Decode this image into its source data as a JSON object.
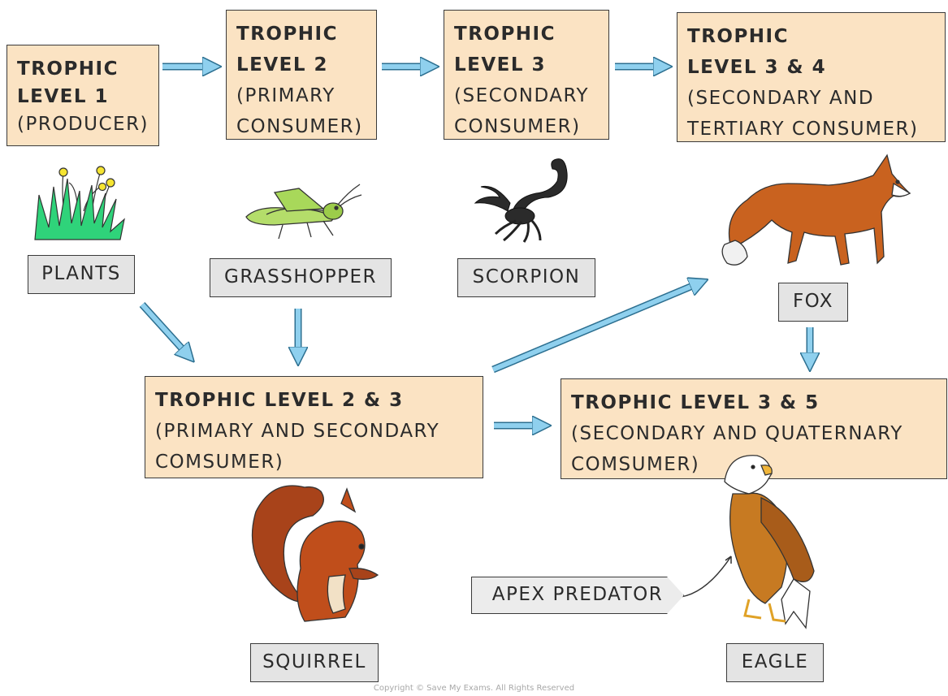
{
  "boxes": {
    "level1": {
      "line1": "TROPHIC",
      "line2": "LEVEL  1",
      "line3": "(PRODUCER)"
    },
    "level2": {
      "line1": "TROPHIC",
      "line2": "LEVEL  2",
      "line3": "(PRIMARY",
      "line4": "CONSUMER)"
    },
    "level3": {
      "line1": "TROPHIC",
      "line2": "LEVEL  3",
      "line3": "(SECONDARY",
      "line4": "CONSUMER)"
    },
    "level34": {
      "line1": "TROPHIC",
      "line2": "LEVEL 3 & 4",
      "line3": "(SECONDARY  AND",
      "line4": "TERTIARY CONSUMER)"
    },
    "level23": {
      "line1": "TROPHIC  LEVEL  2 & 3",
      "line2": "(PRIMARY  AND  SECONDARY",
      "line3": "COMSUMER)"
    },
    "level35": {
      "line1": "TROPHIC  LEVEL  3 & 5",
      "line2": "(SECONDARY  AND  QUATERNARY",
      "line3": "COMSUMER)"
    }
  },
  "organisms": {
    "plants": "PLANTS",
    "grasshopper": "GRASSHOPPER",
    "scorpion": "SCORPION",
    "fox": "FOX",
    "squirrel": "SQUIRREL",
    "eagle": "EAGLE"
  },
  "tag": "APEX PREDATOR",
  "copyright": "Copyright © Save My Exams. All Rights Reserved",
  "colors": {
    "box_fill": "#fbe3c3",
    "label_fill": "#e4e4e4",
    "arrow": "#4fb3dd",
    "outline": "#3a3a3a"
  }
}
